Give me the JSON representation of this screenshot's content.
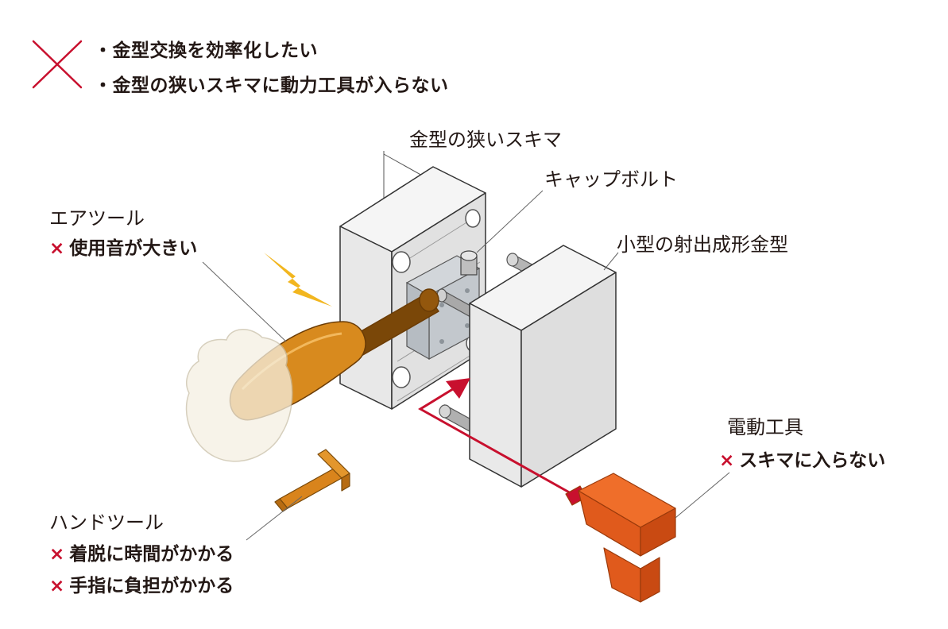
{
  "header": {
    "bullets": [
      "・金型交換を効率化したい",
      "・金型の狭いスキマに動力工具が入らない"
    ]
  },
  "labels": {
    "gap": "金型の狭いスキマ",
    "cap_bolt": "キャップボルト",
    "mold": "小型の射出成形金型",
    "air_tool": "エアツール",
    "hand_tool": "ハンドツール",
    "electric_tool": "電動工具"
  },
  "cons": {
    "x_mark": "×",
    "air": [
      "使用音が大きい"
    ],
    "hand": [
      "着脱に時間がかかる",
      "手指に負担がかかる"
    ],
    "electric": [
      "スキマに入らない"
    ]
  },
  "colors": {
    "cross": "#c8102e",
    "arrow": "#c8102e",
    "air_tool": "#d88a1e",
    "hand_tool": "#d9841c",
    "electric_tool": "#e05a1c",
    "spark": "#f2b61f"
  }
}
